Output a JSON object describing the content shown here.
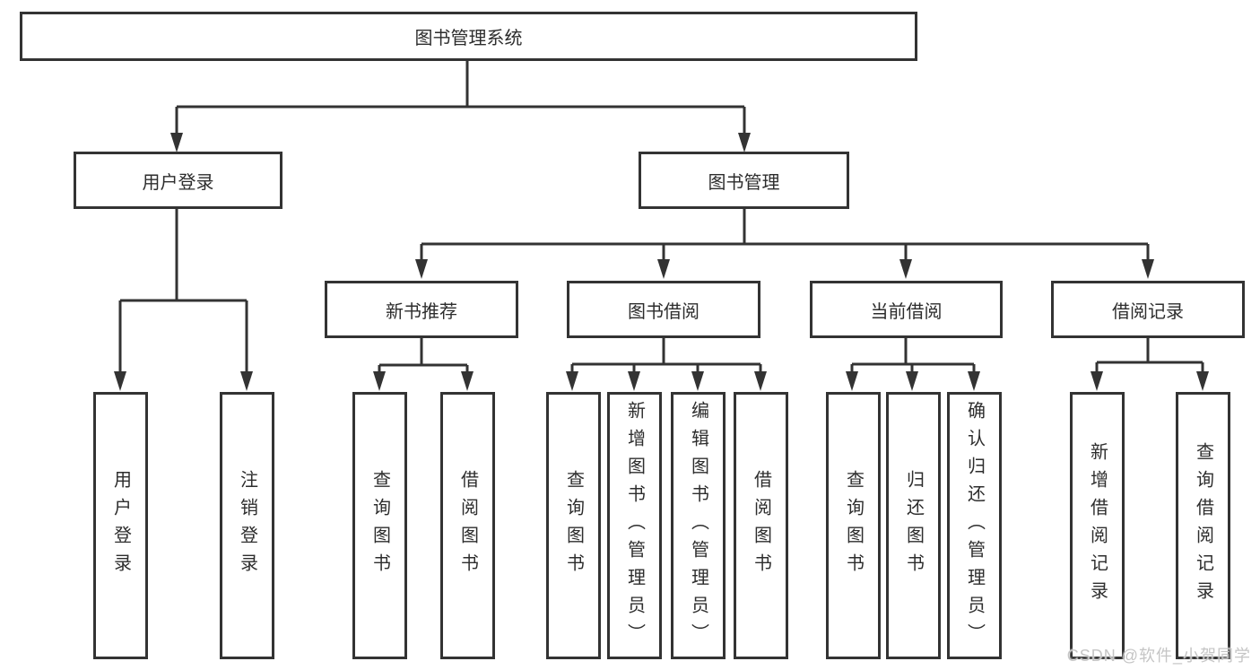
{
  "diagram": {
    "root": {
      "label": "图书管理系统"
    },
    "level2": {
      "user_login": {
        "label": "用户登录"
      },
      "book_mgmt": {
        "label": "图书管理"
      }
    },
    "level3": {
      "new_book_rec": {
        "label": "新书推荐"
      },
      "book_borrow": {
        "label": "图书借阅"
      },
      "current_borrow": {
        "label": "当前借阅"
      },
      "borrow_records": {
        "label": "借阅记录"
      }
    },
    "leaves": [
      "用户登录",
      "注销登录",
      "查询图书",
      "借阅图书",
      "查询图书",
      "新增图书（管理员）",
      "编辑图书（管理员）",
      "借阅图书",
      "查询图书",
      "归还图书",
      "确认归还（管理员）",
      "新增借阅记录",
      "查询借阅记录"
    ]
  },
  "watermark": {
    "text": "CSDN @软件_小贺同学"
  },
  "colors": {
    "line": "#333333",
    "node_border": "#333333",
    "node_text": "#2d2d2d",
    "background": "#ffffff",
    "watermark": "#c5c5c5"
  }
}
